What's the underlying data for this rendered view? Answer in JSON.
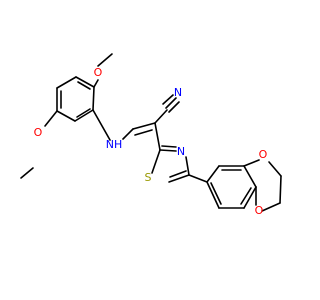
{
  "atoms": {
    "o1": "O",
    "ch3_1": "",
    "o2": "O",
    "ch3_2": "",
    "nh": "NH",
    "n_nitrile": "N",
    "n_thiazole": "N",
    "s_thiazole": "S",
    "o_diox1": "O",
    "o_diox2": "O"
  },
  "colors": {
    "bond": "#000000",
    "oxygen": "#ff0000",
    "nitrogen": "#0000ff",
    "sulfur": "#999900",
    "background": "#ffffff"
  }
}
